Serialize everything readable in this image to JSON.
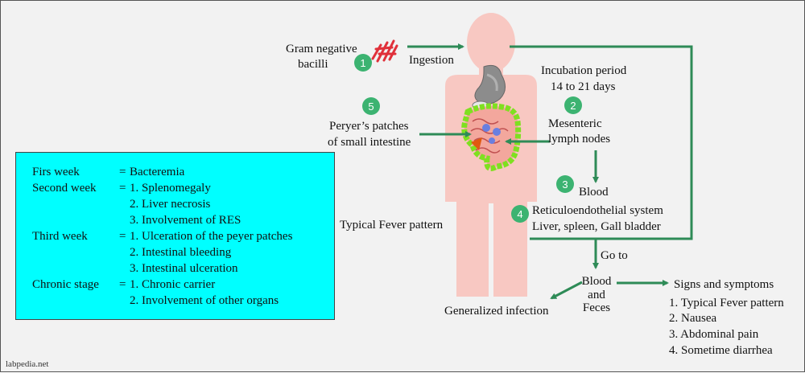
{
  "colors": {
    "background": "#f2f2f2",
    "box_fill": "#00ffff",
    "arrow": "#2e8b57",
    "number_badge": "#3cb371",
    "body": "#f8c8c2",
    "bacteria": "#e0303a",
    "intestine_outline": "#7fe020"
  },
  "labels": {
    "bacteria": [
      "Gram negative",
      "bacilli"
    ],
    "ingestion": "Ingestion",
    "incubation": [
      "Incubation period",
      "14 to 21 days"
    ],
    "mesenteric": [
      "Mesenteric",
      "lymph nodes"
    ],
    "peyers": [
      "Peryer’s patches",
      "of small intestine"
    ],
    "blood": "Blood",
    "res": [
      "Reticuloendothelial system",
      "Liver, spleen, Gall bladder"
    ],
    "typical_fever": "Typical Fever pattern",
    "go_to": "Go to",
    "blood_feces": [
      "Blood",
      "and",
      "Feces"
    ],
    "generalized": "Generalized infection",
    "signs_title": "Signs and symptoms",
    "signs": [
      "1. Typical Fever pattern",
      "2. Nausea",
      "3. Abdominal pain",
      "4. Sometime diarrhea"
    ],
    "watermark": "labpedia.net"
  },
  "steps": [
    "1",
    "2",
    "3",
    "4",
    "5"
  ],
  "weeks": [
    {
      "label": "Firs week",
      "eq": "=",
      "text": "Bacteremia"
    },
    {
      "label": "Second week",
      "eq": "=",
      "text": "1. Splenomegaly"
    },
    {
      "label": "",
      "eq": "",
      "text": "2. Liver necrosis"
    },
    {
      "label": "",
      "eq": "",
      "text": "3. Involvement of RES"
    },
    {
      "label": "Third week",
      "eq": "=",
      "text": "1. Ulceration of the peyer patches"
    },
    {
      "label": "",
      "eq": "",
      "text": "2. Intestinal bleeding"
    },
    {
      "label": "",
      "eq": "",
      "text": "3. Intestinal ulceration"
    },
    {
      "label": "Chronic stage",
      "eq": "=",
      "text": "1. Chronic carrier"
    },
    {
      "label": "",
      "eq": "",
      "text": "2. Involvement of other organs"
    }
  ]
}
